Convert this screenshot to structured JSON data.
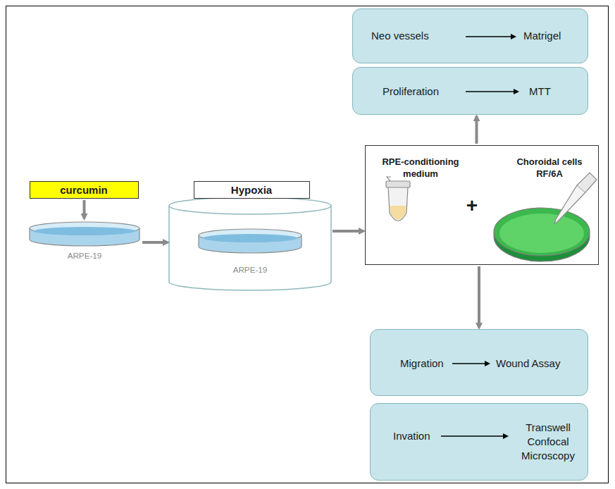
{
  "diagram": {
    "nodes": [
      {
        "text": [
          "Neo vessels",
          "Matrigel"
        ]
      },
      {
        "text": [
          "Proliferation",
          "MTT"
        ]
      },
      {
        "text": [
          "curcumin"
        ]
      },
      {
        "text": [
          "Hypoxia"
        ]
      },
      {
        "text": [
          "ARPE-19"
        ]
      },
      {
        "text": [
          "ARPE-19"
        ]
      },
      {
        "text": [
          "RPE-conditioning medium",
          "+",
          "Choroidal cells RF/6A"
        ]
      },
      {
        "text": [
          "Migration",
          "Wound Assay"
        ]
      },
      {
        "text": [
          "Invation",
          "Transwell Confocal Microscopy"
        ]
      }
    ],
    "edges": [
      {
        "from": 2,
        "to": 4,
        "arrow": "to"
      },
      {
        "from": 4,
        "to": 5,
        "arrow": "to"
      },
      {
        "from": 5,
        "to": 6,
        "arrow": "to"
      },
      {
        "from": 6,
        "to": 1,
        "arrow": "to"
      },
      {
        "from": 6,
        "to": 7,
        "arrow": "to"
      }
    ]
  }
}
